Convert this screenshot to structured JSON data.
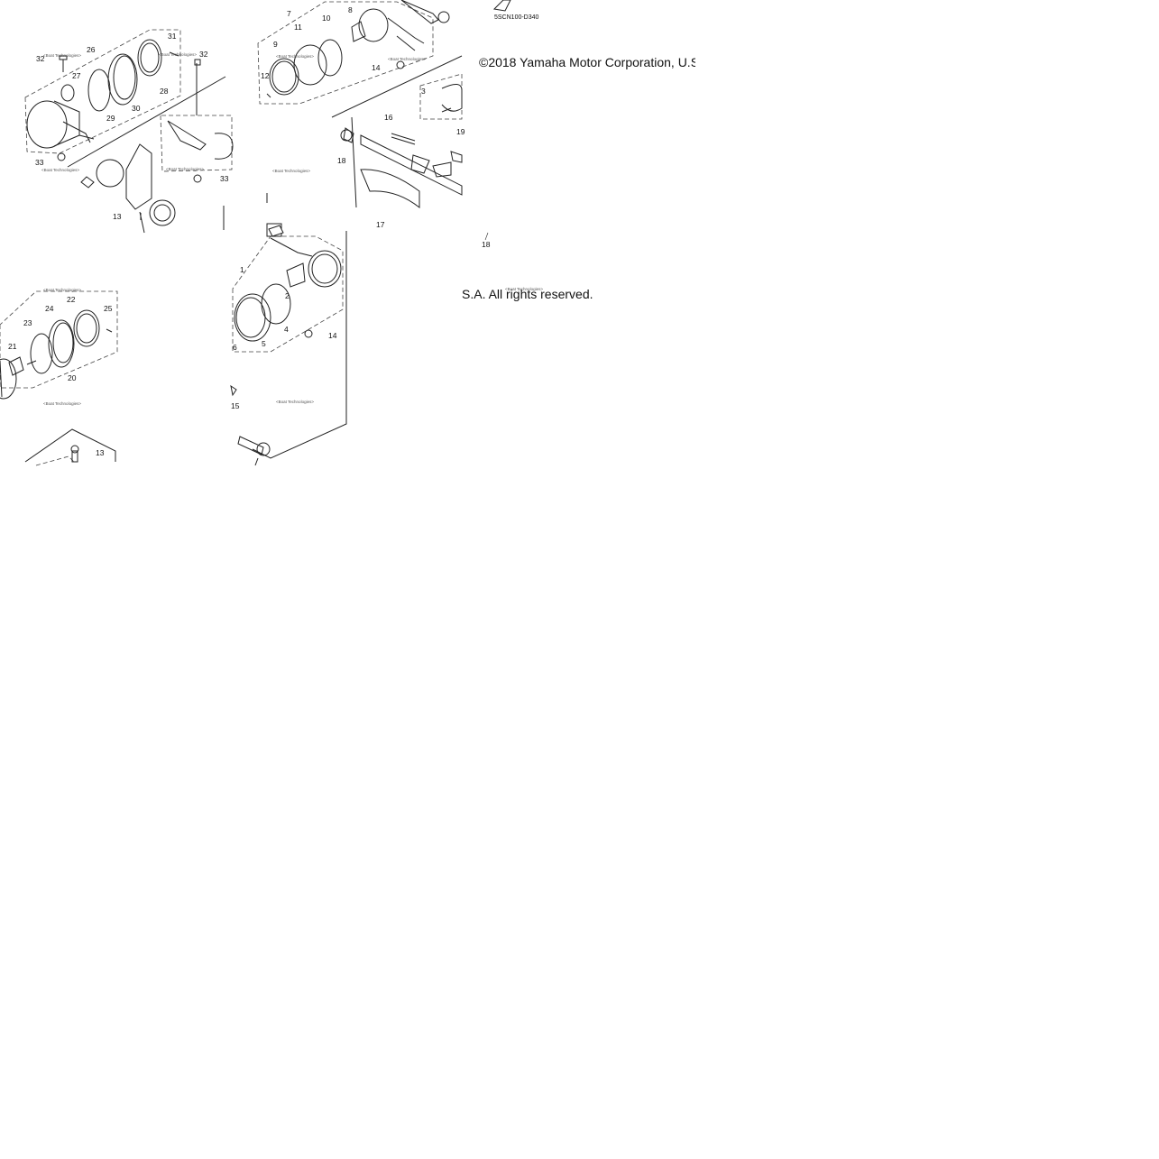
{
  "diagram": {
    "code": "5SCN100-D340",
    "copyright_part_a": "©2018 Yamaha Motor Corporation, U.S",
    "copyright_part_b": "S.A. All rights reserved.",
    "watermark": "<Boat Technologies>",
    "callouts": [
      "1",
      "2",
      "3",
      "4",
      "5",
      "6",
      "7",
      "8",
      "9",
      "10",
      "11",
      "12",
      "13",
      "14",
      "15",
      "16",
      "17",
      "18",
      "19",
      "20",
      "21",
      "22",
      "23",
      "24",
      "25",
      "26",
      "27",
      "28",
      "29",
      "30",
      "31",
      "32",
      "33"
    ]
  },
  "colors": {
    "line": "#222222",
    "background": "#ffffff"
  }
}
